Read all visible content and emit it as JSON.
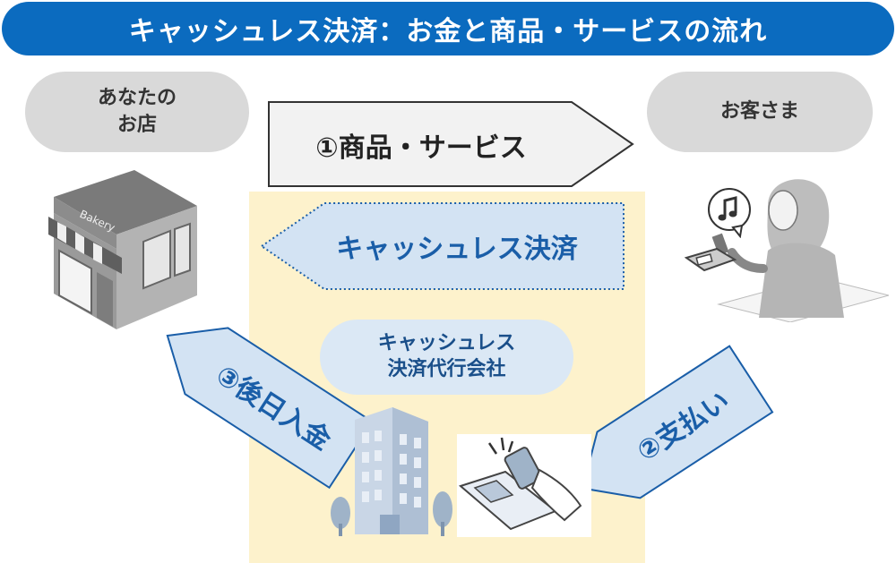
{
  "title": "キャッシュレス決済：お金と商品・サービスの流れ",
  "shop_label": [
    "あなたの",
    "お店"
  ],
  "customer_label": "お客さま",
  "flows": {
    "goods": "①商品・サービス",
    "cashless": "キャッシュレス決済",
    "payment": "②支払い",
    "deposit": "③後日入金"
  },
  "agency_label": [
    "キャッシュレス",
    "決済代行会社"
  ],
  "shop_sign": "Bakery",
  "colors": {
    "title_bg": "#0b6bbf",
    "pill_gray": "#d9d9d9",
    "panel_bg": "#fdf2cc",
    "arrow_blue_fill": "#d3e3f3",
    "arrow_blue_text": "#1a5ea8",
    "arrow_gray_fill": "#f2f2f2"
  },
  "icons": [
    "shop-icon",
    "music-note-icon",
    "office-building-icon",
    "payment-terminal-icon",
    "customer-icon",
    "tree-icon"
  ]
}
